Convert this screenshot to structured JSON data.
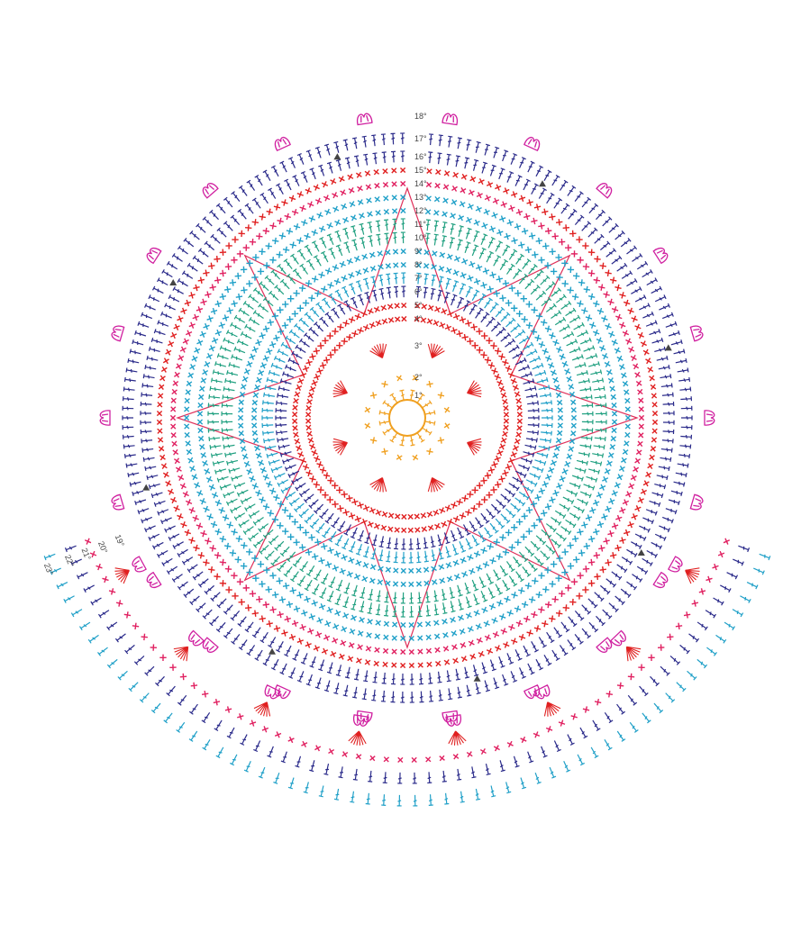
{
  "pattern": {
    "rounds_main": [
      {
        "label": "1°",
        "color": "#f0a020",
        "stitch": "dc",
        "count": 16
      },
      {
        "label": "2°",
        "color": "#f0a020",
        "stitch": "x",
        "count": 16
      },
      {
        "label": "3°",
        "color": "#e02020",
        "stitch": "fan",
        "count": 8
      },
      {
        "label": "4°",
        "color": "#e02020",
        "stitch": "x",
        "count": 96
      },
      {
        "label": "5°",
        "color": "#e02020",
        "stitch": "x",
        "count": 104
      },
      {
        "label": "6°",
        "color": "#2a2a8a",
        "stitch": "dc",
        "count": 110
      },
      {
        "label": "7°",
        "color": "#20a0c8",
        "stitch": "dc",
        "count": 118
      },
      {
        "label": "8°",
        "color": "#20a0c8",
        "stitch": "x",
        "count": 126
      },
      {
        "label": "9°",
        "color": "#20a0c8",
        "stitch": "x",
        "count": 134
      },
      {
        "label": "10°",
        "color": "#20a080",
        "stitch": "dc",
        "count": 140
      },
      {
        "label": "11°",
        "color": "#20a080",
        "stitch": "dc",
        "count": 148
      },
      {
        "label": "12°",
        "color": "#20a0c8",
        "stitch": "x",
        "count": 156
      },
      {
        "label": "13°",
        "color": "#20a0c8",
        "stitch": "x",
        "count": 162
      },
      {
        "label": "14°",
        "color": "#e02060",
        "stitch": "x",
        "count": 170
      },
      {
        "label": "15°",
        "color": "#e02020",
        "stitch": "x",
        "count": 176
      },
      {
        "label": "16°",
        "color": "#2a2a8a",
        "stitch": "dc",
        "count": 180
      },
      {
        "label": "17°",
        "color": "#2a2a8a",
        "stitch": "dc",
        "count": 186
      },
      {
        "label": "18°",
        "color": "#d020a0",
        "stitch": "puff",
        "count": 22
      }
    ],
    "rounds_extension": [
      {
        "label": "19°",
        "color": "#d020a0",
        "stitch": "puff",
        "count": 8
      },
      {
        "label": "20°",
        "color": "#e02020",
        "stitch": "fan",
        "count": 8
      },
      {
        "label": "21°",
        "color": "#e02060",
        "stitch": "x",
        "count": 60
      },
      {
        "label": "22°",
        "color": "#2a2a8a",
        "stitch": "dc",
        "count": 60
      },
      {
        "label": "23°",
        "color": "#20a0c8",
        "stitch": "dc",
        "count": 60
      }
    ],
    "guide_color": "#e0305a",
    "marker_color": "#444444",
    "center_ring_color": "#f0a020"
  }
}
